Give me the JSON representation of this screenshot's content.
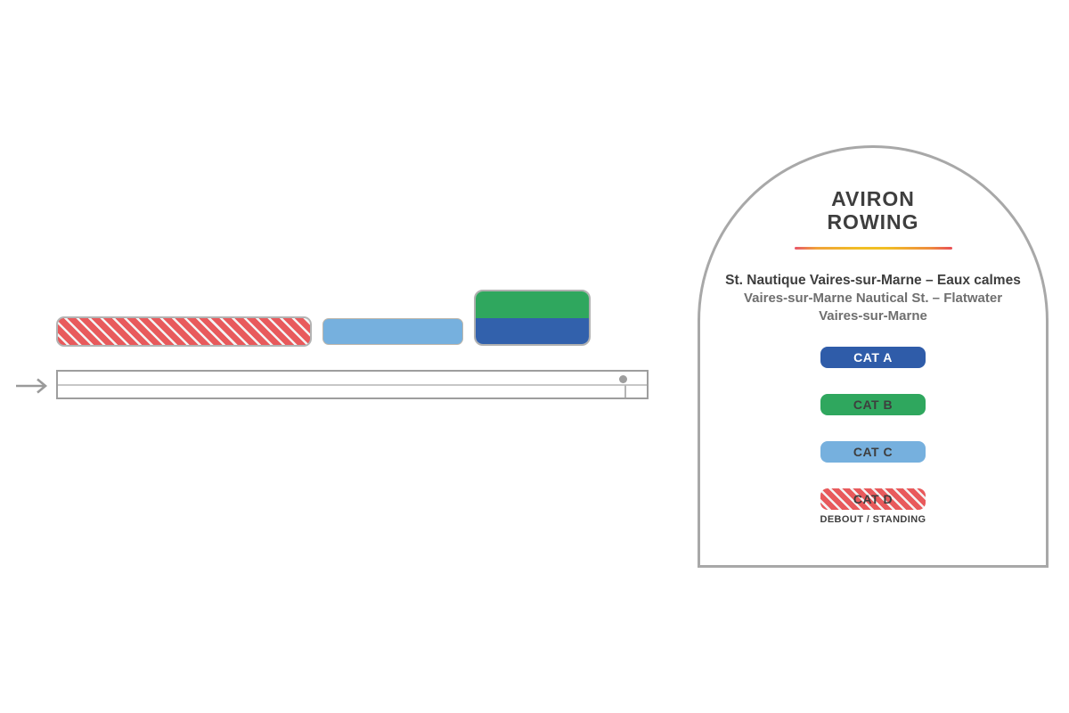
{
  "legend_card": {
    "title_fr": "AVIRON",
    "title_en": "ROWING",
    "venue_fr": "St. Nautique Vaires-sur-Marne – Eaux calmes",
    "venue_en": "Vaires-sur-Marne Nautical St. – Flatwater",
    "venue_location": "Vaires-sur-Marne",
    "standing_note": "DEBOUT / STANDING",
    "divider_gradient": [
      "#e8566a",
      "#f1bf24",
      "#e94e56"
    ],
    "categories": [
      {
        "label": "CAT A",
        "color": "#2f5ca9",
        "text_color": "#ffffff",
        "hatched": false
      },
      {
        "label": "CAT B",
        "color": "#2fa75e",
        "text_color": "#3e3e3e",
        "hatched": false
      },
      {
        "label": "CAT C",
        "color": "#76b0de",
        "text_color": "#3e3e3e",
        "hatched": false
      },
      {
        "label": "CAT D",
        "color": "#e85a5c",
        "text_color": "#3e3e3e",
        "hatched": true,
        "note": "DEBOUT / STANDING"
      }
    ]
  },
  "map": {
    "zones": [
      {
        "id": "zone-cat-d-standing",
        "category": "CAT D",
        "fill": "#e85a5c",
        "pattern": "white-diagonal-hatch"
      },
      {
        "id": "zone-cat-c",
        "category": "CAT C",
        "fill": "#76b0de"
      },
      {
        "id": "zone-cat-b",
        "category": "CAT B",
        "fill": "#2fa75e"
      },
      {
        "id": "zone-cat-a",
        "category": "CAT A",
        "fill": "#3261ac"
      }
    ],
    "course": {
      "outline_color": "#9e9e9e",
      "direction_icon": "right-arrow",
      "finish_marker_icon": "dot"
    }
  }
}
